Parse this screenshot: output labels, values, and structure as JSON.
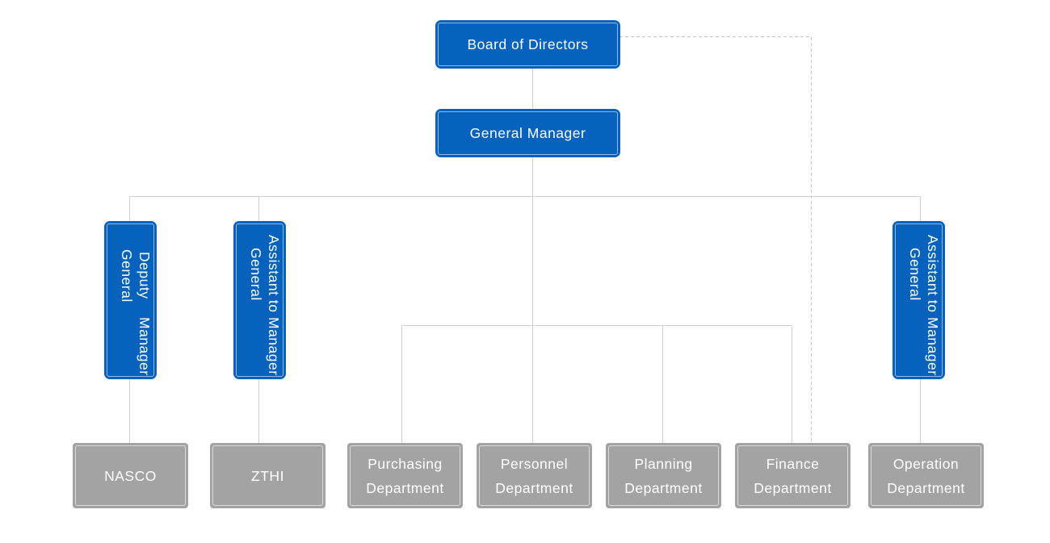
{
  "top": {
    "board": "Board of Directors",
    "gm": "General Manager"
  },
  "executives": {
    "deputy": [
      "Deputy General",
      "Manager"
    ],
    "assistant_left": [
      "Assistant to General",
      "Manager"
    ],
    "assistant_right": [
      "Assistant to General",
      "Manager"
    ]
  },
  "units": {
    "nasco": "NASCO",
    "zthi": "ZTHI",
    "purchasing": [
      "Purchasing",
      "Department"
    ],
    "personnel": [
      "Personnel",
      "Department"
    ],
    "planning": [
      "Planning",
      "Department"
    ],
    "finance": [
      "Finance",
      "Department"
    ],
    "operation": [
      "Operation",
      "Department"
    ]
  },
  "colors": {
    "blue": "#0662bd",
    "gray": "#a3a3a3",
    "connector": "#d0d0d0",
    "dashed_connector": "#c6c6c6"
  }
}
